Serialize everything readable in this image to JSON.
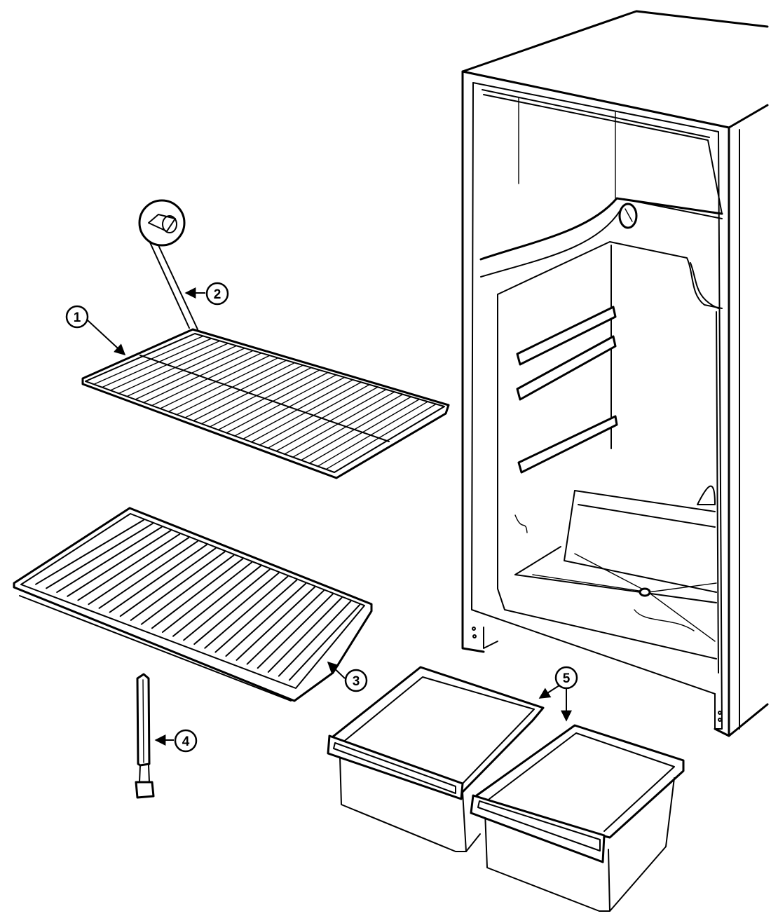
{
  "callouts": [
    {
      "number": "1",
      "part": "wire-shelf"
    },
    {
      "number": "2",
      "part": "shelf-end-cap"
    },
    {
      "number": "3",
      "part": "crisper-cover-shelf"
    },
    {
      "number": "4",
      "part": "leveling-leg"
    },
    {
      "number": "5",
      "part": "crisper-drawers"
    }
  ],
  "colors": {
    "line": "#000000",
    "background": "#ffffff"
  }
}
